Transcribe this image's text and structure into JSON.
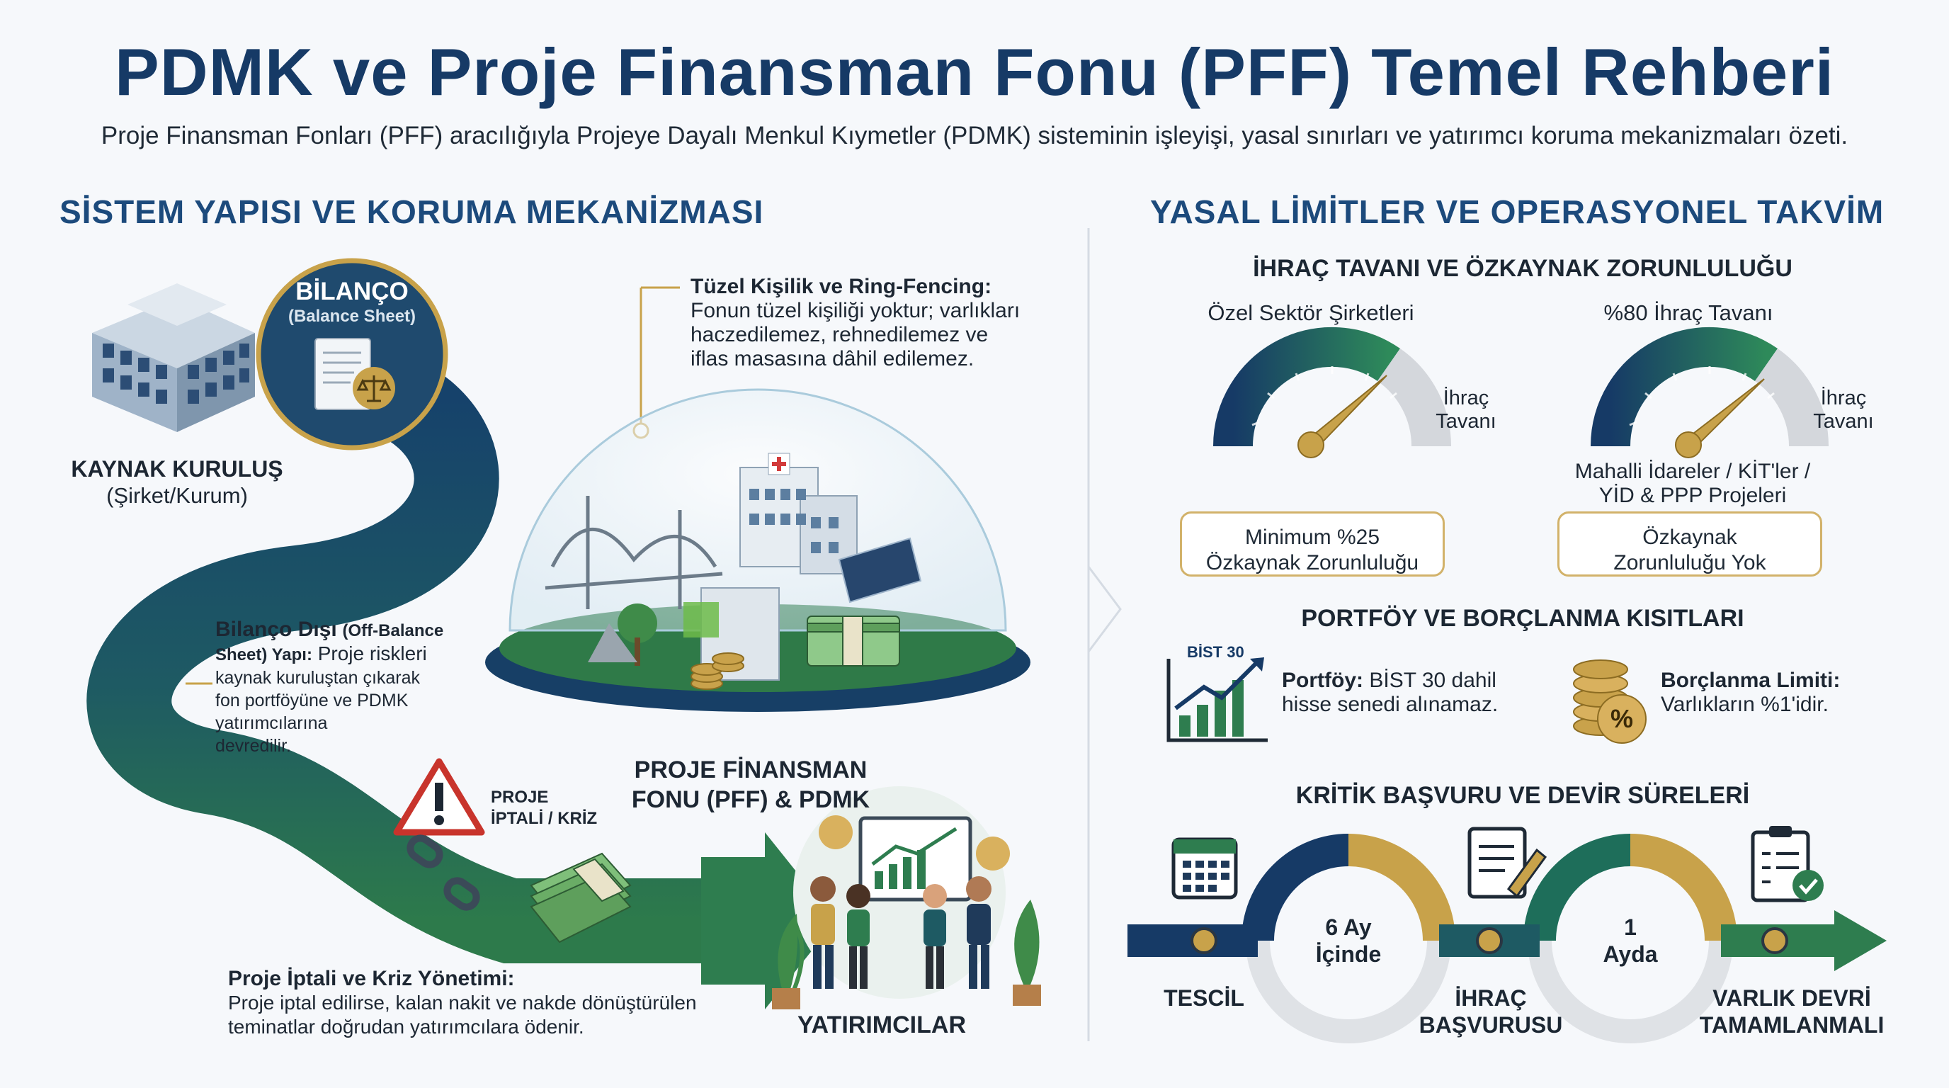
{
  "header": {
    "title": "PDMK ve Proje Finansman Fonu (PFF) Temel Rehberi",
    "subtitle": "Proje Finansman Fonları (PFF) aracılığıyla Projeye Dayalı Menkul Kıymetler (PDMK) sisteminin işleyişi, yasal sınırları ve yatırımcı koruma mekanizmaları özeti."
  },
  "left": {
    "heading": "SİSTEM YAPISI VE KORUMA MEKANİZMASI",
    "balance": {
      "title": "BİLANÇO",
      "subtitle": "(Balance Sheet)"
    },
    "source": {
      "title": "KAYNAK KURULUŞ",
      "subtitle": "(Şirket/Kurum)"
    },
    "ring_fencing": {
      "title": "Tüzel Kişilik ve Ring-Fencing:",
      "lines": [
        "Fonun tüzel kişiliği yoktur; varlıkları",
        "haczedilemez, rehnedilemez ve",
        "iflas masasına dâhil edilemez."
      ]
    },
    "off_balance": {
      "title": "Bilanço Dışı",
      "title_paren": "(Off-Balance",
      "title2": "Sheet) Yapı:",
      "text_first": "Proje riskleri",
      "lines": [
        "kaynak kuruluştan çıkarak",
        "fon portföyüne ve PDMK",
        "yatırımcılarına",
        "devredilir."
      ]
    },
    "fund": {
      "line1": "PROJE FİNANSMAN",
      "line2": "FONU (PFF) & PDMK"
    },
    "crisis_badge": {
      "line1": "PROJE",
      "line2": "İPTALİ / KRİZ"
    },
    "investors": "YATIRIMCILAR",
    "crisis": {
      "title": "Proje İptali ve Kriz Yönetimi:",
      "lines": [
        "Proje iptal edilirse, kalan nakit ve nakde dönüştürülen",
        "teminatlar doğrudan yatırımcılara ödenir."
      ]
    }
  },
  "right": {
    "heading": "YASAL LİMİTLER VE OPERASYONEL TAKVİM",
    "issuance_heading": "İHRAÇ TAVANI VE ÖZKAYNAK ZORUNLULUĞU",
    "gauge1": {
      "top_label": "Özel Sektör Şirketleri",
      "side_label_1": "İhraç",
      "side_label_2": "Tavanı",
      "box_1": "Minimum %25",
      "box_2": "Özkaynak Zorunluluğu"
    },
    "gauge2": {
      "top_label": "%80 İhraç Tavanı",
      "side_label_1": "İhraç",
      "side_label_2": "Tavanı",
      "mid_1": "Mahalli İdareler / KİT'ler /",
      "mid_2": "YİD & PPP Projeleri",
      "box_1": "Özkaynak",
      "box_2": "Zorunluluğu Yok"
    },
    "portfolio_heading": "PORTFÖY VE BORÇLANMA KISITLARI",
    "portfolio": {
      "badge": "BİST 30",
      "title": "Portföy:",
      "text_first": "BİST 30 dahil",
      "text_second": "hisse senedi alınamaz."
    },
    "borrowing": {
      "title": "Borçlanma Limiti:",
      "text": "Varlıkların %1'idir."
    },
    "timeline_heading": "KRİTİK BAŞVURU VE DEVİR SÜRELERİ",
    "timeline": {
      "step1": "TESCİL",
      "period1_a": "6 Ay",
      "period1_b": "İçinde",
      "step2_a": "İHRAÇ",
      "step2_b": "BAŞVURUSU",
      "period2_a": "1",
      "period2_b": "Ayda",
      "step3_a": "VARLIK DEVRİ",
      "step3_b": "TAMAMLANMALI"
    }
  },
  "colors": {
    "navy": "#163a66",
    "green": "#2e7d4f",
    "gold": "#c8a24a",
    "teal_blue": "#1f4f7a"
  }
}
